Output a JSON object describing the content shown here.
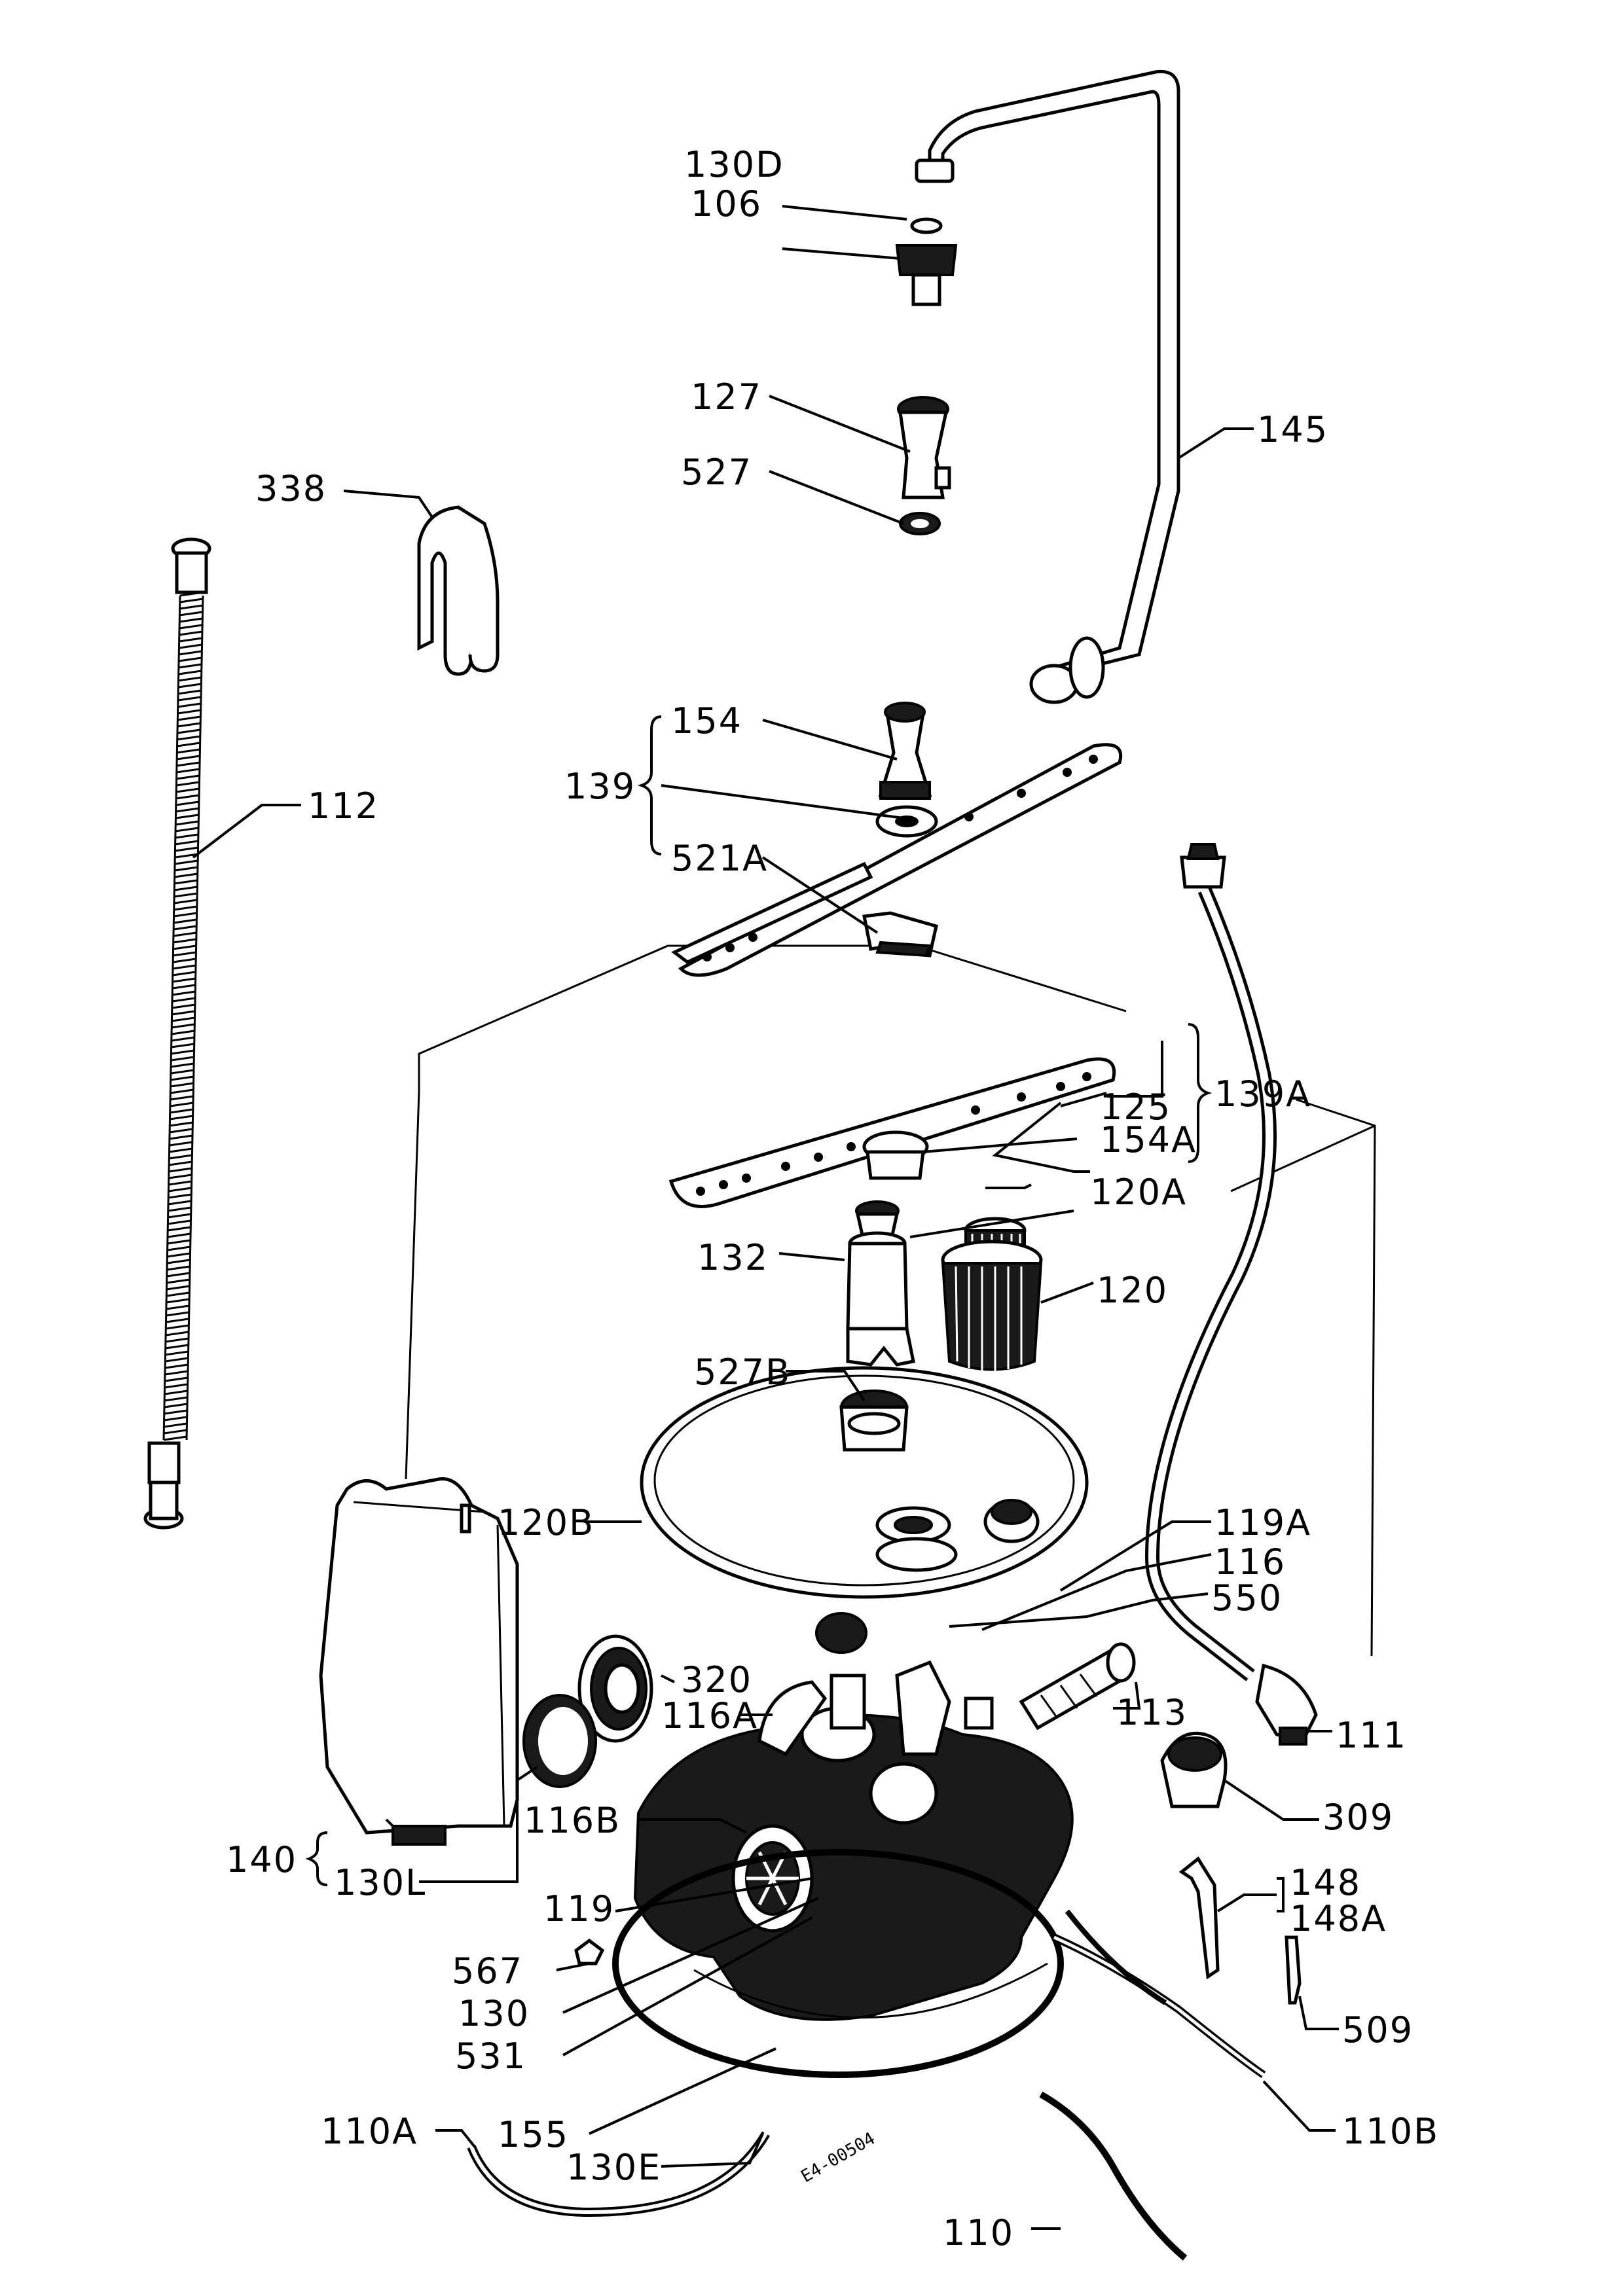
{
  "diagram": {
    "callouts": [
      {
        "id": "130D",
        "text": "130D"
      },
      {
        "id": "106",
        "text": "106"
      },
      {
        "id": "127",
        "text": "127"
      },
      {
        "id": "527",
        "text": "527"
      },
      {
        "id": "145",
        "text": "145"
      },
      {
        "id": "338",
        "text": "338"
      },
      {
        "id": "112",
        "text": "112"
      },
      {
        "id": "154",
        "text": "154"
      },
      {
        "id": "139",
        "text": "139"
      },
      {
        "id": "521A",
        "text": "521A"
      },
      {
        "id": "125",
        "text": "125"
      },
      {
        "id": "139A",
        "text": "139A"
      },
      {
        "id": "154A",
        "text": "154A"
      },
      {
        "id": "120A",
        "text": "120A"
      },
      {
        "id": "132",
        "text": "132"
      },
      {
        "id": "120",
        "text": "120"
      },
      {
        "id": "527B",
        "text": "527B"
      },
      {
        "id": "120B",
        "text": "120B"
      },
      {
        "id": "119A",
        "text": "119A"
      },
      {
        "id": "116",
        "text": "116"
      },
      {
        "id": "550",
        "text": "550"
      },
      {
        "id": "320",
        "text": "320"
      },
      {
        "id": "116A",
        "text": "116A"
      },
      {
        "id": "113",
        "text": "113"
      },
      {
        "id": "111",
        "text": "111"
      },
      {
        "id": "309",
        "text": "309"
      },
      {
        "id": "116B",
        "text": "116B"
      },
      {
        "id": "140",
        "text": "140"
      },
      {
        "id": "130L",
        "text": "130L"
      },
      {
        "id": "148",
        "text": "148"
      },
      {
        "id": "148A",
        "text": "148A"
      },
      {
        "id": "119",
        "text": "119"
      },
      {
        "id": "567",
        "text": "567"
      },
      {
        "id": "130",
        "text": "130"
      },
      {
        "id": "509",
        "text": "509"
      },
      {
        "id": "531",
        "text": "531"
      },
      {
        "id": "110A",
        "text": "110A"
      },
      {
        "id": "155",
        "text": "155"
      },
      {
        "id": "130E",
        "text": "130E"
      },
      {
        "id": "110B",
        "text": "110B"
      },
      {
        "id": "110",
        "text": "110"
      }
    ],
    "drawing_code": "E4-00504"
  }
}
